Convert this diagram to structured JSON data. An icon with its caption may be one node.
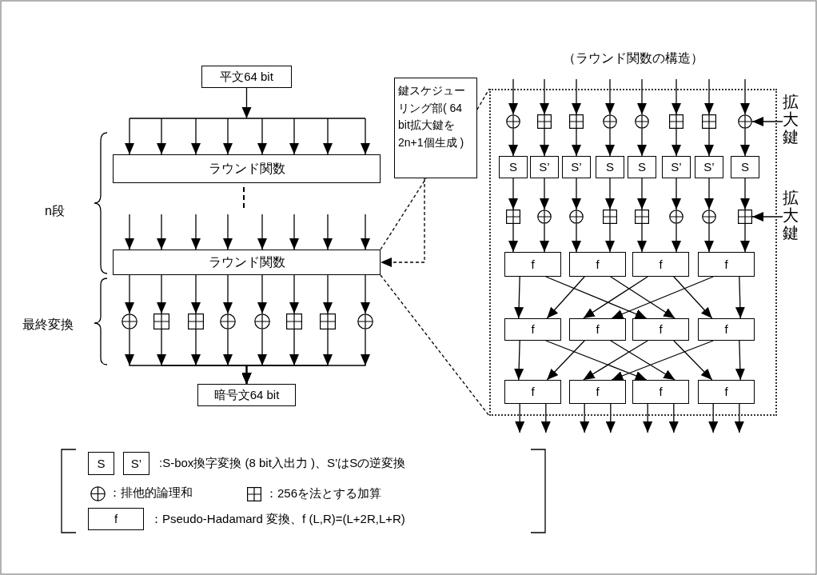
{
  "diagram": {
    "nodes": [
      {
        "text": [
          "平文64 bit"
        ]
      },
      {
        "text": [
          "ラウンド関数"
        ]
      },
      {
        "text": [
          "ラウンド関数"
        ]
      },
      {
        "text": [],
        "shape": "circle"
      },
      {
        "text": [],
        "shape": "box"
      },
      {
        "text": [],
        "shape": "box"
      },
      {
        "text": [],
        "shape": "circle"
      },
      {
        "text": [],
        "shape": "circle"
      },
      {
        "text": [],
        "shape": "box"
      },
      {
        "text": [],
        "shape": "box"
      },
      {
        "text": [],
        "shape": "circle"
      },
      {
        "text": [
          "暗号文64 bit"
        ]
      },
      {
        "text": [
          "鍵スケジューリング部( 64 bit拡大鍵を2n+1個生成 )"
        ]
      },
      {
        "text": [
          "（ラウンド関数の構造）"
        ]
      },
      {
        "text": [],
        "shape": "circle",
        "in": 13
      },
      {
        "text": [],
        "shape": "box",
        "in": 13
      },
      {
        "text": [],
        "shape": "box",
        "in": 13
      },
      {
        "text": [],
        "shape": "circle",
        "in": 13
      },
      {
        "text": [],
        "shape": "circle",
        "in": 13
      },
      {
        "text": [],
        "shape": "box",
        "in": 13
      },
      {
        "text": [],
        "shape": "box",
        "in": 13
      },
      {
        "text": [],
        "shape": "circle",
        "in": 13
      },
      {
        "text": [
          "S"
        ],
        "in": 13
      },
      {
        "text": [
          "S’"
        ],
        "in": 13
      },
      {
        "text": [
          "S’"
        ],
        "in": 13
      },
      {
        "text": [
          "S"
        ],
        "in": 13
      },
      {
        "text": [
          "S"
        ],
        "in": 13
      },
      {
        "text": [
          "S’"
        ],
        "in": 13
      },
      {
        "text": [
          "S’"
        ],
        "in": 13
      },
      {
        "text": [
          "S"
        ],
        "in": 13
      },
      {
        "text": [],
        "shape": "box",
        "in": 13
      },
      {
        "text": [],
        "shape": "circle",
        "in": 13
      },
      {
        "text": [],
        "shape": "circle",
        "in": 13
      },
      {
        "text": [],
        "shape": "box",
        "in": 13
      },
      {
        "text": [],
        "shape": "box",
        "in": 13
      },
      {
        "text": [],
        "shape": "circle",
        "in": 13
      },
      {
        "text": [],
        "shape": "circle",
        "in": 13
      },
      {
        "text": [],
        "shape": "box",
        "in": 13
      },
      {
        "text": [
          "f"
        ],
        "in": 13
      },
      {
        "text": [
          "f"
        ],
        "in": 13
      },
      {
        "text": [
          "f"
        ],
        "in": 13
      },
      {
        "text": [
          "f"
        ],
        "in": 13
      },
      {
        "text": [
          "f"
        ],
        "in": 13
      },
      {
        "text": [
          "f"
        ],
        "in": 13
      },
      {
        "text": [
          "f"
        ],
        "in": 13
      },
      {
        "text": [
          "f"
        ],
        "in": 13
      },
      {
        "text": [
          "f"
        ],
        "in": 13
      },
      {
        "text": [
          "f"
        ],
        "in": 13
      },
      {
        "text": [
          "f"
        ],
        "in": 13
      },
      {
        "text": [
          "f"
        ],
        "in": 13
      },
      {
        "text": [
          "拡大鍵"
        ]
      },
      {
        "text": [
          "拡大鍵"
        ]
      },
      {
        "text": [
          "S"
        ]
      },
      {
        "text": [
          "S’"
        ]
      },
      {
        "text": [],
        "shape": "circle"
      },
      {
        "text": [],
        "shape": "box"
      },
      {
        "text": [
          "f"
        ]
      }
    ],
    "edges": [
      {
        "from": 0,
        "to": 1,
        "arrow": "to"
      },
      {
        "from": null,
        "to": 2,
        "arrow": "to"
      },
      {
        "from": null,
        "to": 2,
        "arrow": "to"
      },
      {
        "from": null,
        "to": 2,
        "arrow": "to"
      },
      {
        "from": null,
        "to": 2,
        "arrow": "to"
      },
      {
        "from": null,
        "to": 2,
        "arrow": "to"
      },
      {
        "from": null,
        "to": 2,
        "arrow": "to"
      },
      {
        "from": null,
        "to": 2,
        "arrow": "to"
      },
      {
        "from": null,
        "to": 2,
        "arrow": "to"
      },
      {
        "from": 2,
        "to": 3,
        "arrow": "to"
      },
      {
        "from": 2,
        "to": 4,
        "arrow": "to"
      },
      {
        "from": 2,
        "to": 5,
        "arrow": "to"
      },
      {
        "from": 2,
        "to": 6,
        "arrow": "to"
      },
      {
        "from": 2,
        "to": 7,
        "arrow": "to"
      },
      {
        "from": 2,
        "to": 8,
        "arrow": "to"
      },
      {
        "from": 2,
        "to": 9,
        "arrow": "to"
      },
      {
        "from": 2,
        "to": 10,
        "arrow": "to"
      },
      {
        "from": 3,
        "to": 11,
        "arrow": "to"
      },
      {
        "from": 4,
        "to": 11,
        "arrow": "to"
      },
      {
        "from": 5,
        "to": 11,
        "arrow": "to"
      },
      {
        "from": 6,
        "to": 11,
        "arrow": "to"
      },
      {
        "from": 7,
        "to": 11,
        "arrow": "to"
      },
      {
        "from": 8,
        "to": 11,
        "arrow": "to"
      },
      {
        "from": 9,
        "to": 11,
        "arrow": "to"
      },
      {
        "from": 10,
        "to": 11,
        "arrow": "to"
      },
      {
        "from": 12,
        "to": 2,
        "arrow": "to",
        "style": "dashed"
      },
      {
        "from": 2,
        "to": 12,
        "arrow": "none",
        "style": "dashed"
      },
      {
        "from": 12,
        "to": 13,
        "arrow": "none",
        "style": "dashed"
      },
      {
        "from": 2,
        "to": 13,
        "arrow": "none",
        "style": "dashed"
      },
      {
        "from": null,
        "to": 14,
        "arrow": "to"
      },
      {
        "from": null,
        "to": 15,
        "arrow": "to"
      },
      {
        "from": null,
        "to": 16,
        "arrow": "to"
      },
      {
        "from": null,
        "to": 17,
        "arrow": "to"
      },
      {
        "from": null,
        "to": 18,
        "arrow": "to"
      },
      {
        "from": null,
        "to": 19,
        "arrow": "to"
      },
      {
        "from": null,
        "to": 20,
        "arrow": "to"
      },
      {
        "from": null,
        "to": 21,
        "arrow": "to"
      },
      {
        "from": 14,
        "to": 22,
        "arrow": "to"
      },
      {
        "from": 15,
        "to": 23,
        "arrow": "to"
      },
      {
        "from": 16,
        "to": 24,
        "arrow": "to"
      },
      {
        "from": 17,
        "to": 25,
        "arrow": "to"
      },
      {
        "from": 18,
        "to": 26,
        "arrow": "to"
      },
      {
        "from": 19,
        "to": 27,
        "arrow": "to"
      },
      {
        "from": 20,
        "to": 28,
        "arrow": "to"
      },
      {
        "from": 21,
        "to": 29,
        "arrow": "to"
      },
      {
        "from": 22,
        "to": 30,
        "arrow": "to"
      },
      {
        "from": 23,
        "to": 31,
        "arrow": "to"
      },
      {
        "from": 24,
        "to": 32,
        "arrow": "to"
      },
      {
        "from": 25,
        "to": 33,
        "arrow": "to"
      },
      {
        "from": 26,
        "to": 34,
        "arrow": "to"
      },
      {
        "from": 27,
        "to": 35,
        "arrow": "to"
      },
      {
        "from": 28,
        "to": 36,
        "arrow": "to"
      },
      {
        "from": 29,
        "to": 37,
        "arrow": "to"
      },
      {
        "from": 30,
        "to": 38,
        "arrow": "to"
      },
      {
        "from": 31,
        "to": 38,
        "arrow": "to"
      },
      {
        "from": 32,
        "to": 39,
        "arrow": "to"
      },
      {
        "from": 33,
        "to": 39,
        "arrow": "to"
      },
      {
        "from": 34,
        "to": 40,
        "arrow": "to"
      },
      {
        "from": 35,
        "to": 40,
        "arrow": "to"
      },
      {
        "from": 36,
        "to": 41,
        "arrow": "to"
      },
      {
        "from": 37,
        "to": 41,
        "arrow": "to"
      },
      {
        "from": 50,
        "to": 21,
        "arrow": "to"
      },
      {
        "from": 51,
        "to": 37,
        "arrow": "to"
      },
      {
        "from": 38,
        "to": 42,
        "arrow": "to"
      },
      {
        "from": 38,
        "to": 44,
        "arrow": "to"
      },
      {
        "from": 39,
        "to": 42,
        "arrow": "to"
      },
      {
        "from": 39,
        "to": 44,
        "arrow": "to"
      },
      {
        "from": 40,
        "to": 43,
        "arrow": "to"
      },
      {
        "from": 40,
        "to": 45,
        "arrow": "to"
      },
      {
        "from": 41,
        "to": 43,
        "arrow": "to"
      },
      {
        "from": 41,
        "to": 45,
        "arrow": "to"
      },
      {
        "from": 42,
        "to": 46,
        "arrow": "to"
      },
      {
        "from": 42,
        "to": 48,
        "arrow": "to"
      },
      {
        "from": 43,
        "to": 46,
        "arrow": "to"
      },
      {
        "from": 43,
        "to": 48,
        "arrow": "to"
      },
      {
        "from": 44,
        "to": 47,
        "arrow": "to"
      },
      {
        "from": 44,
        "to": 49,
        "arrow": "to"
      },
      {
        "from": 45,
        "to": 47,
        "arrow": "to"
      },
      {
        "from": 45,
        "to": 49,
        "arrow": "to"
      },
      {
        "from": 46,
        "to": null,
        "arrow": "to"
      },
      {
        "from": 46,
        "to": null,
        "arrow": "to"
      },
      {
        "from": 47,
        "to": null,
        "arrow": "to"
      },
      {
        "from": 47,
        "to": null,
        "arrow": "to"
      },
      {
        "from": 48,
        "to": null,
        "arrow": "to"
      },
      {
        "from": 48,
        "to": null,
        "arrow": "to"
      },
      {
        "from": 49,
        "to": null,
        "arrow": "to"
      },
      {
        "from": 49,
        "to": null,
        "arrow": "to"
      }
    ],
    "labels": [
      "n段",
      "最終変換",
      ":S-box換字変換 (8 bit入出力 )、S’はSの逆変換",
      "：排他的論理和",
      "：256を法とする加算",
      "：Pseudo-Hadamard 変換、f (L,R)=(L+2R,L+R)"
    ]
  }
}
